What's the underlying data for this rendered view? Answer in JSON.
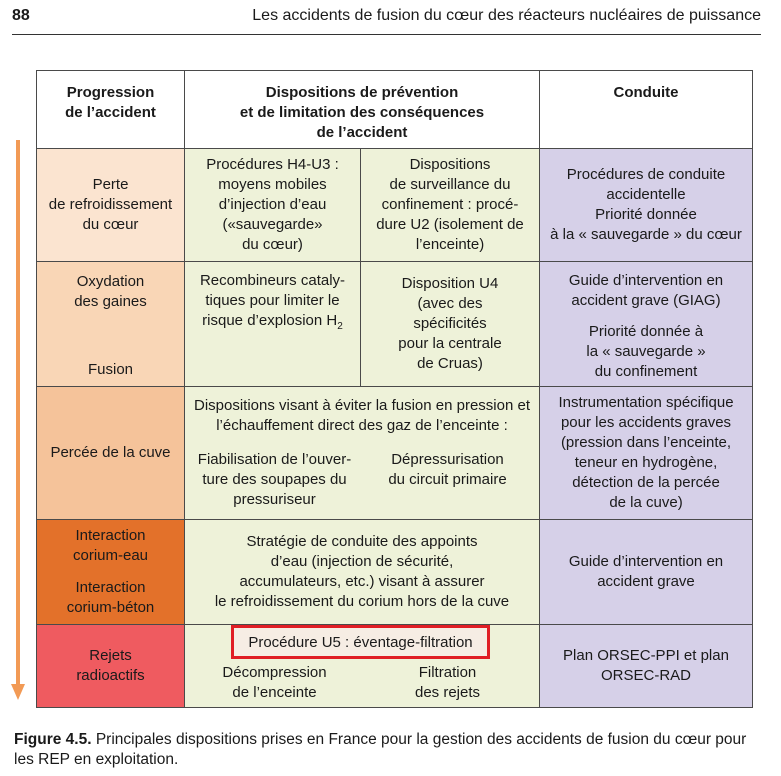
{
  "header": {
    "page_number": "88",
    "running_title": "Les accidents de fusion du cœur des réacteurs nucléaires de puissance"
  },
  "colors": {
    "row1": "#fbe4d0",
    "row2": "#f9d6b6",
    "row3": "#f5c39a",
    "row4": "#e3712a",
    "row5": "#ef5b60",
    "green": "#eef2d9",
    "violet": "#d6d0e8",
    "arrow": "#f29a55",
    "highlight": "#e01e25"
  },
  "table": {
    "headers": {
      "progression": [
        "Progression",
        "de l’accident"
      ],
      "dispositions": [
        "Dispositions de prévention",
        "et de limitation des conséquences",
        "de l’accident"
      ],
      "conduite": [
        "Conduite"
      ]
    },
    "rows": [
      {
        "progression": [
          "Perte",
          "de refroidissement",
          "du cœur"
        ],
        "left": [
          "Procédures H4-U3 :",
          "moyens mobiles",
          "d’injection d’eau",
          "(«sauvegarde»",
          "du cœur)"
        ],
        "right": [
          "Dispositions",
          "de surveillance du",
          "confinement : procé-",
          "dure U2 (isolement de",
          "l’enceinte)"
        ],
        "conduite": [
          "Procédures de conduite",
          "accidentelle",
          "Priorité donnée",
          "à la « sauvegarde » du cœur"
        ]
      },
      {
        "progression_top": [
          "Oxydation",
          "des gaines"
        ],
        "progression_bottom": "Fusion",
        "left": [
          "Recombineurs cataly-",
          "tiques pour limiter le",
          "risque d’explosion H"
        ],
        "left_subscript": "2",
        "right": [
          "Disposition U4",
          "(avec des",
          "spécificités",
          "pour la centrale",
          "de Cruas)"
        ],
        "conduite_top": [
          "Guide d’intervention en",
          "accident grave (GIAG)"
        ],
        "conduite_bottom": [
          "Priorité donnée à",
          "la « sauvegarde »",
          "du confinement"
        ]
      },
      {
        "progression": [
          "Percée de la cuve"
        ],
        "span_text": [
          "Dispositions visant à éviter la fusion en pression et",
          "l’échauffement direct des gaz de l’enceinte :"
        ],
        "left": [
          "Fiabilisation de l’ouver-",
          "ture des soupapes du",
          "pressuriseur"
        ],
        "right": [
          "Dépressurisation",
          "du circuit primaire"
        ],
        "conduite": [
          "Instrumentation spécifique",
          "pour les accidents graves",
          "(pression dans l’enceinte,",
          "teneur en hydrogène,",
          "détection de la percée",
          "de la cuve)"
        ]
      },
      {
        "progression_top": [
          "Interaction",
          "corium-eau"
        ],
        "progression_bottom": [
          "Interaction",
          "corium-béton"
        ],
        "span_text": [
          "Stratégie de conduite des appoints",
          "d’eau (injection de sécurité,",
          "accumulateurs, etc.) visant à assurer",
          "le refroidissement du corium hors de la cuve"
        ],
        "conduite": [
          "Guide d’intervention en",
          "accident grave"
        ]
      },
      {
        "progression": [
          "Rejets",
          "radioactifs"
        ],
        "highlight": "Procédure U5 : éventage-filtration",
        "left": [
          "Décompression",
          "de l’enceinte"
        ],
        "right": [
          "Filtration",
          "des rejets"
        ],
        "conduite": [
          "Plan ORSEC-PPI et plan",
          "ORSEC-RAD"
        ]
      }
    ]
  },
  "caption": {
    "label": "Figure 4.5.",
    "text": " Principales dispositions prises en France pour la gestion des accidents de fusion du cœur pour les REP en exploitation."
  }
}
